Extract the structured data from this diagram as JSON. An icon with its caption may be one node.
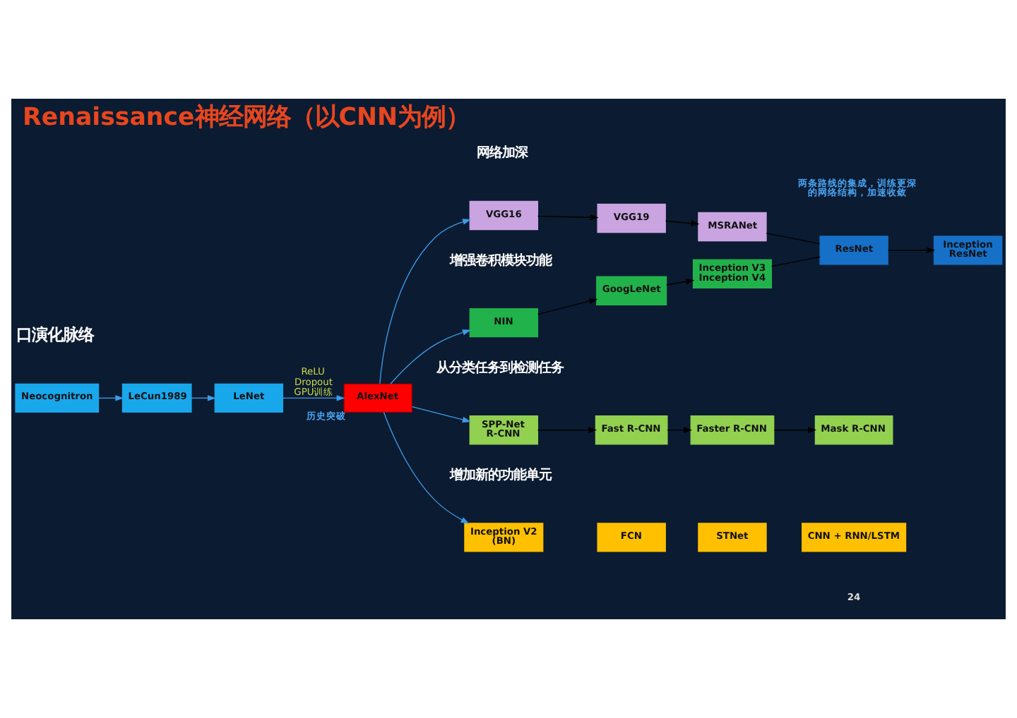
{
  "diagram": {
    "title": "Renaissance神经网络（以CNN为例）",
    "nodes": [
      {
        "text": [
          "Neocognitron"
        ]
      },
      {
        "text": [
          "LeCun1989"
        ]
      },
      {
        "text": [
          "LeNet"
        ]
      },
      {
        "text": [
          "AlexNet"
        ],
        "beside": [
          "历史突破"
        ]
      },
      {
        "text": [
          "VGG16"
        ]
      },
      {
        "text": [
          "VGG19"
        ]
      },
      {
        "text": [
          "MSRANet"
        ]
      },
      {
        "text": [
          "ResNet"
        ]
      },
      {
        "text": [
          "Inception ResNet"
        ]
      },
      {
        "text": [
          "NIN"
        ]
      },
      {
        "text": [
          "GoogLeNet"
        ]
      },
      {
        "text": [
          "Inception V3",
          "Inception V4"
        ]
      },
      {
        "text": [
          "SPP-Net",
          "R-CNN"
        ]
      },
      {
        "text": [
          "Fast R-CNN"
        ]
      },
      {
        "text": [
          "Faster R-CNN"
        ]
      },
      {
        "text": [
          "Mask R-CNN"
        ]
      },
      {
        "text": [
          "Inception V2 (BN)"
        ]
      },
      {
        "text": [
          "FCN"
        ]
      },
      {
        "text": [
          "STNet"
        ]
      },
      {
        "text": [
          "CNN + RNN/LSTM"
        ]
      }
    ],
    "edges": [
      {
        "from": 0,
        "to": 1,
        "arrow": "to",
        "color": "#3d9be9"
      },
      {
        "from": 1,
        "to": 2,
        "arrow": "to",
        "color": "#3d9be9"
      },
      {
        "from": 2,
        "to": 3,
        "arrow": "to",
        "label": "ReLU Dropout GPU训练",
        "color": "#3d9be9"
      },
      {
        "from": 3,
        "to": 4,
        "arrow": "to",
        "color": "#3d9be9"
      },
      {
        "from": 3,
        "to": 9,
        "arrow": "to",
        "color": "#3d9be9"
      },
      {
        "from": 3,
        "to": 12,
        "arrow": "to",
        "color": "#3d9be9"
      },
      {
        "from": 3,
        "to": 16,
        "arrow": "to",
        "color": "#3d9be9"
      },
      {
        "from": 4,
        "to": 5,
        "arrow": "to"
      },
      {
        "from": 5,
        "to": 6,
        "arrow": "to"
      },
      {
        "from": 6,
        "to": 7,
        "arrow": "none"
      },
      {
        "from": 11,
        "to": 7,
        "arrow": "none"
      },
      {
        "from": 7,
        "to": 8,
        "arrow": "to"
      },
      {
        "from": 9,
        "to": 10,
        "arrow": "to"
      },
      {
        "from": 10,
        "to": 11,
        "arrow": "to"
      },
      {
        "from": 12,
        "to": 13,
        "arrow": "to"
      },
      {
        "from": 13,
        "to": 14,
        "arrow": "to"
      },
      {
        "from": 14,
        "to": 15,
        "arrow": "to"
      }
    ],
    "labels": [
      "口演化脉络",
      "网络加深",
      "两条路线的集成，训练更深的网络结构，加速收敛",
      "增强卷积模块功能",
      "从分类任务到检测任务",
      "增加新的功能单元",
      "24"
    ]
  }
}
